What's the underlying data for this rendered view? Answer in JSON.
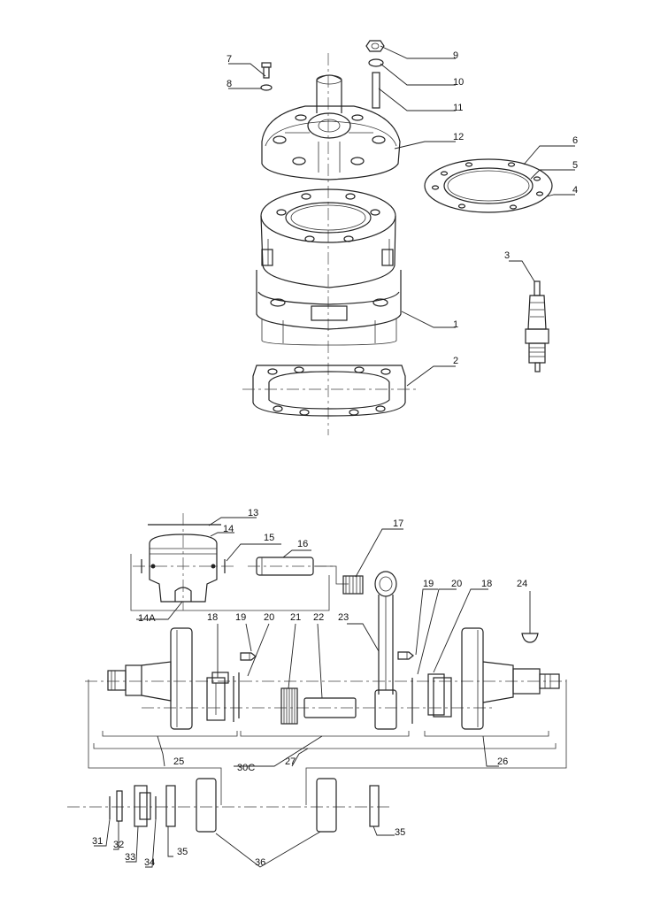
{
  "diagram": {
    "callouts": {
      "p1": "1",
      "p2": "2",
      "p3": "3",
      "p4": "4",
      "p5": "5",
      "p6": "6",
      "p7": "7",
      "p8": "8",
      "p9": "9",
      "p10": "10",
      "p11": "11",
      "p12": "12",
      "p13": "13",
      "p14": "14",
      "p14a": "14A",
      "p15": "15",
      "p16": "16",
      "p17": "17",
      "p18a": "18",
      "p18b": "18",
      "p19a": "19",
      "p19b": "19",
      "p20a": "20",
      "p20b": "20",
      "p21": "21",
      "p22": "22",
      "p23": "23",
      "p24": "24",
      "p25": "25",
      "p26": "26",
      "p27": "27",
      "p30c": "30C",
      "p31": "31",
      "p32": "32",
      "p33": "33",
      "p34": "34",
      "p35a": "35",
      "p35b": "35",
      "p36": "36"
    }
  }
}
